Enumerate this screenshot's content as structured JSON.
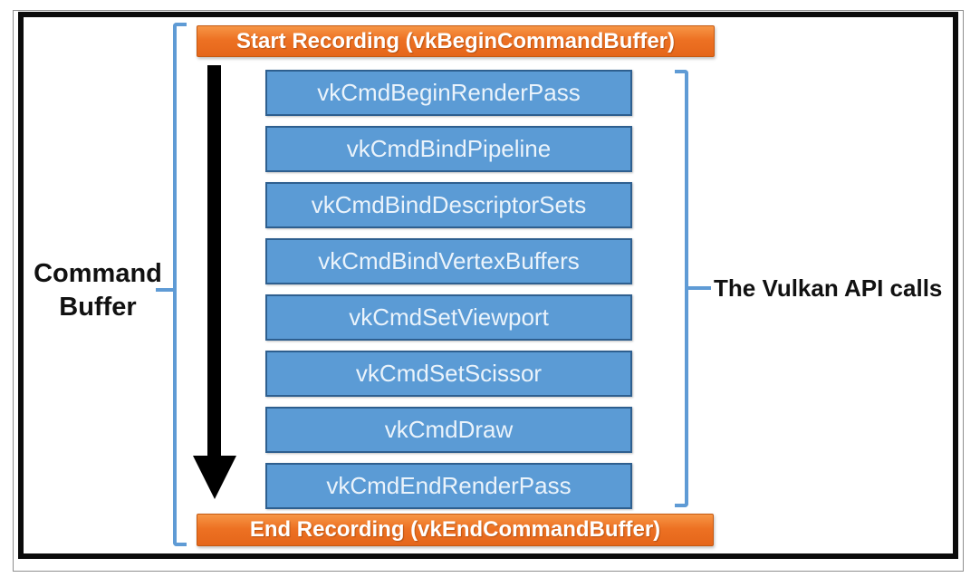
{
  "diagram": {
    "start_recording_label": "Start Recording (vkBeginCommandBuffer)",
    "end_recording_label": "End Recording (vkEndCommandBuffer)",
    "command_buffer_label": {
      "line1": "Command",
      "line2": "Buffer"
    },
    "vulkan_api_label": "The Vulkan API calls",
    "api_calls": [
      "vkCmdBeginRenderPass",
      "vkCmdBindPipeline",
      "vkCmdBindDescriptorSets",
      "vkCmdBindVertexBuffers",
      "vkCmdSetViewport",
      "vkCmdSetScissor",
      "vkCmdDraw",
      "vkCmdEndRenderPass"
    ],
    "colors": {
      "orange_bar": "#ED7123",
      "orange_border": "#C45911",
      "blue_box": "#5B9BD5",
      "blue_box_border": "#2E5F8F",
      "box_text": "#EAF3FB",
      "bracket_blue": "#5F9BD5",
      "arrow": "#000000",
      "frame": "#0B0B0B"
    }
  }
}
